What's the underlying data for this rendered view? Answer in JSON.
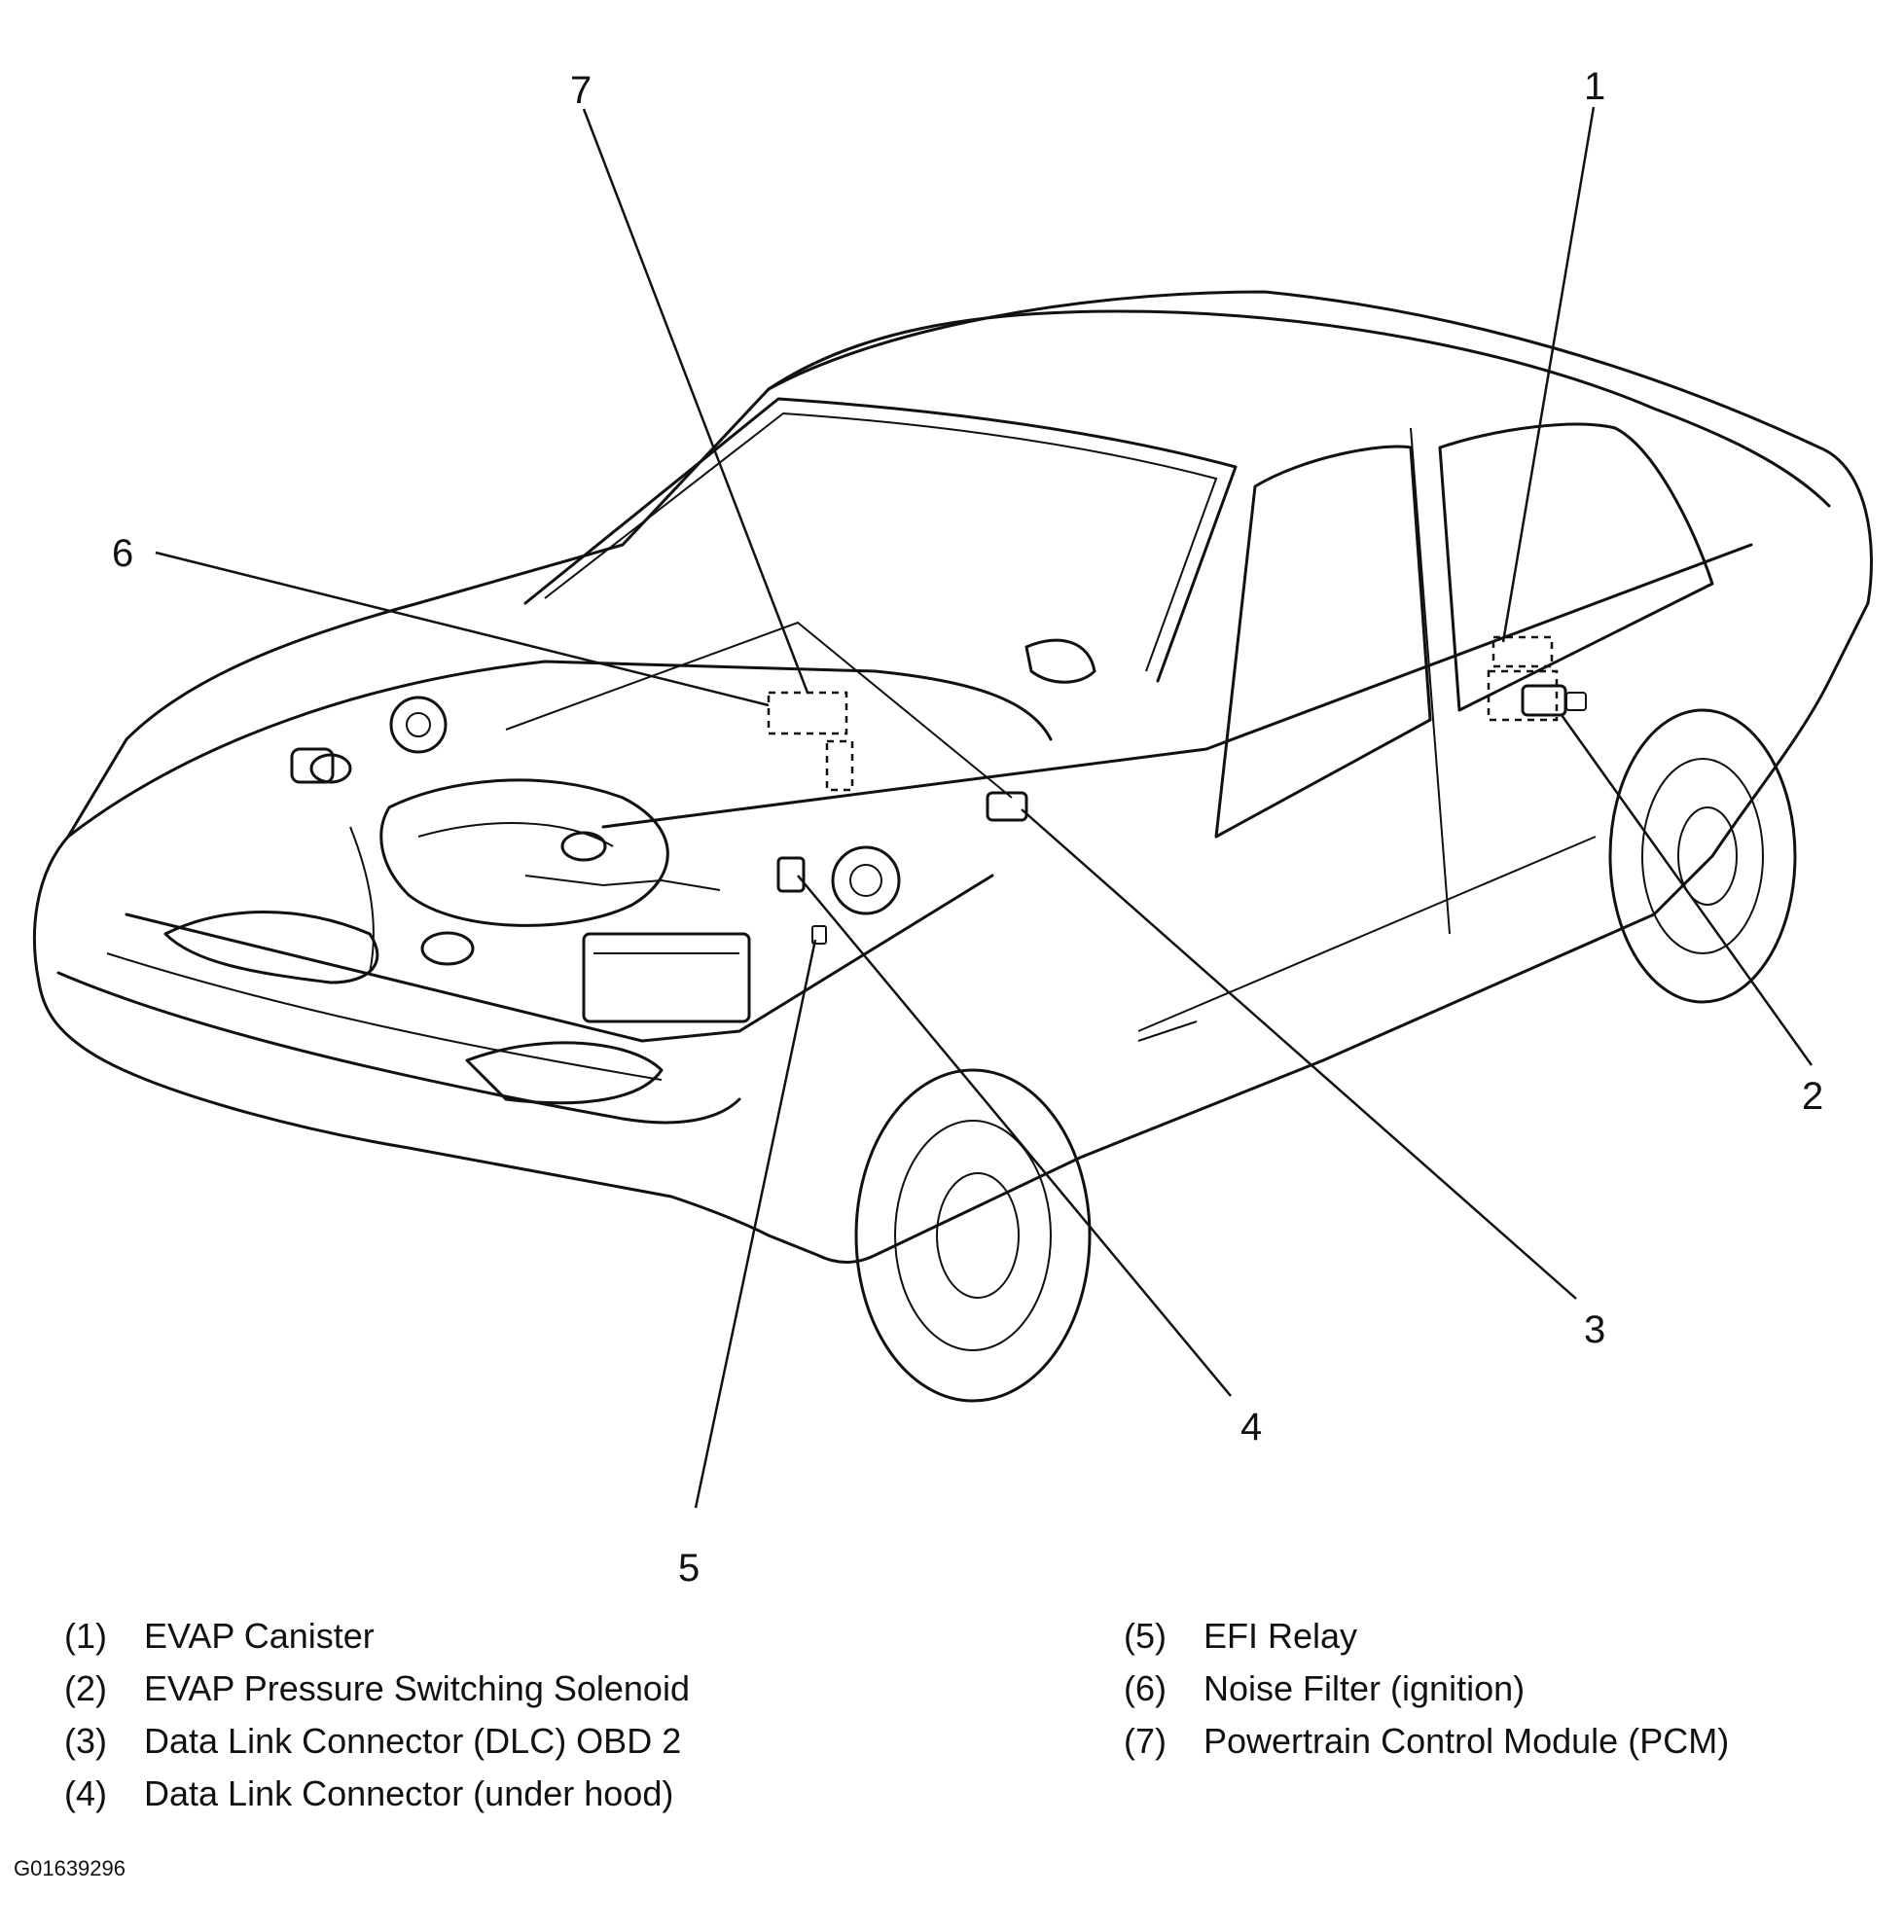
{
  "callouts": [
    "1",
    "2",
    "3",
    "4",
    "5",
    "6",
    "7"
  ],
  "legend": {
    "left": [
      {
        "num": "(1)",
        "label": "EVAP Canister"
      },
      {
        "num": "(2)",
        "label": "EVAP Pressure Switching Solenoid"
      },
      {
        "num": "(3)",
        "label": "Data Link Connector (DLC) OBD 2"
      },
      {
        "num": "(4)",
        "label": "Data Link Connector (under hood)"
      }
    ],
    "right": [
      {
        "num": "(5)",
        "label": "EFI Relay"
      },
      {
        "num": "(6)",
        "label": "Noise Filter (ignition)"
      },
      {
        "num": "(7)",
        "label": "Powertrain Control Module (PCM)"
      }
    ]
  },
  "figure_id": "G01639296",
  "colors": {
    "ink": "#111111",
    "background": "#ffffff"
  }
}
